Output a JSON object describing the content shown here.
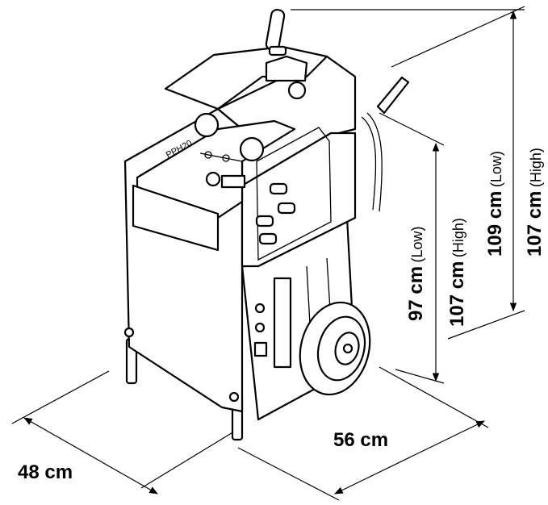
{
  "model_label": "PPH20",
  "dimensions": {
    "width": "48 cm",
    "depth": "56 cm",
    "handle_low_value": "97 cm",
    "handle_low_qualifier": "(Low)",
    "handle_high_value": "107 cm",
    "handle_high_qualifier": "(High)",
    "total_low_value": "109 cm",
    "total_low_qualifier": "(Low)",
    "total_high_value": "107 cm",
    "total_high_qualifier": "(High)"
  }
}
